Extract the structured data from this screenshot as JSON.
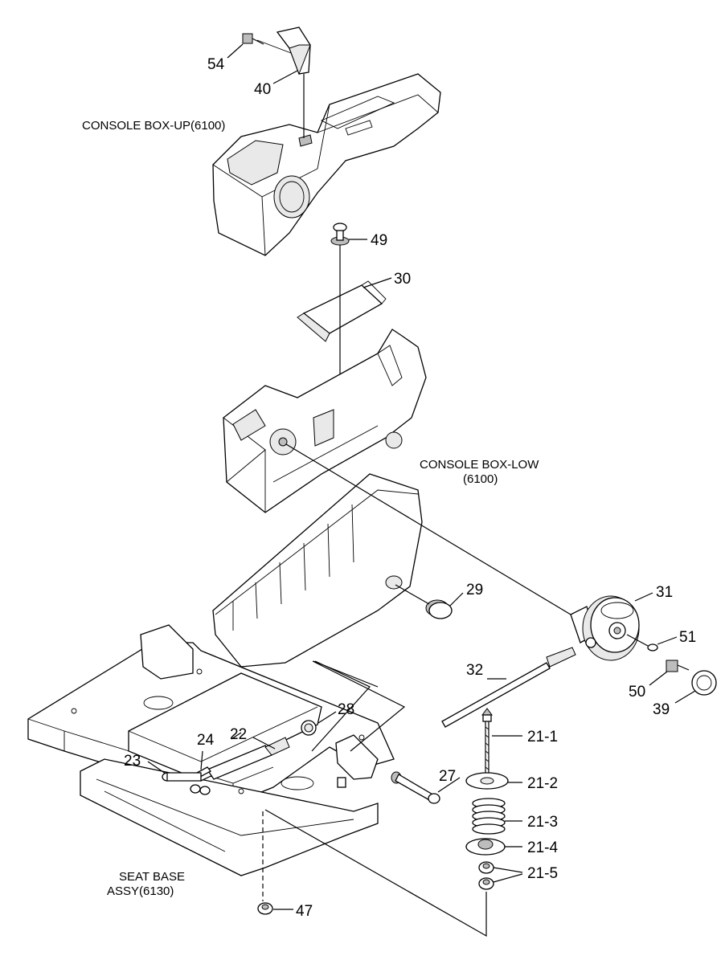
{
  "assemblies": {
    "console_up": "CONSOLE BOX-UP(6100)",
    "console_low_1": "CONSOLE BOX-LOW",
    "console_low_2": "(6100)",
    "seat_base_1": "SEAT BASE",
    "seat_base_2": "ASSY(6130)"
  },
  "callouts": {
    "p54": "54",
    "p40": "40",
    "p49": "49",
    "p30": "30",
    "p29": "29",
    "p31": "31",
    "p51": "51",
    "p50": "50",
    "p39": "39",
    "p32": "32",
    "p28": "28",
    "p24": "24",
    "p22": "22",
    "p23": "23",
    "p27": "27",
    "p47": "47",
    "p21_1": "21-1",
    "p21_2": "21-2",
    "p21_3": "21-3",
    "p21_4": "21-4",
    "p21_5": "21-5"
  }
}
